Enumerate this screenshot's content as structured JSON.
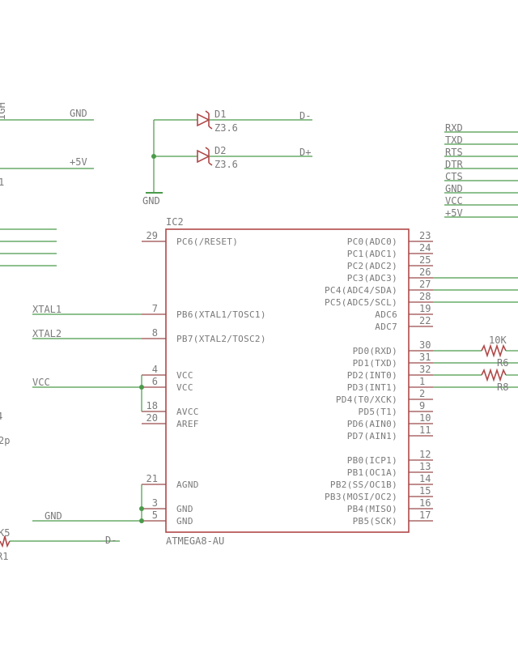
{
  "ic": {
    "ref": "IC2",
    "value": "ATMEGA8-AU",
    "left_pins": [
      {
        "num": "29",
        "name": "PC6(/RESET)"
      },
      {
        "num": "7",
        "name": "PB6(XTAL1/TOSC1)"
      },
      {
        "num": "8",
        "name": "PB7(XTAL2/TOSC2)"
      },
      {
        "num": "4",
        "name": "VCC"
      },
      {
        "num": "6",
        "name": "VCC"
      },
      {
        "num": "18",
        "name": "AVCC"
      },
      {
        "num": "20",
        "name": "AREF"
      },
      {
        "num": "21",
        "name": "AGND"
      },
      {
        "num": "3",
        "name": "GND"
      },
      {
        "num": "5",
        "name": "GND"
      }
    ],
    "right_pins": [
      {
        "num": "23",
        "name": "PC0(ADC0)"
      },
      {
        "num": "24",
        "name": "PC1(ADC1)"
      },
      {
        "num": "25",
        "name": "PC2(ADC2)"
      },
      {
        "num": "26",
        "name": "PC3(ADC3)"
      },
      {
        "num": "27",
        "name": "PC4(ADC4/SDA)"
      },
      {
        "num": "28",
        "name": "PC5(ADC5/SCL)"
      },
      {
        "num": "19",
        "name": "ADC6"
      },
      {
        "num": "22",
        "name": "ADC7"
      },
      {
        "num": "30",
        "name": "PD0(RXD)"
      },
      {
        "num": "31",
        "name": "PD1(TXD)"
      },
      {
        "num": "32",
        "name": "PD2(INT0)"
      },
      {
        "num": "1",
        "name": "PD3(INT1)"
      },
      {
        "num": "2",
        "name": "PD4(T0/XCK)"
      },
      {
        "num": "9",
        "name": "PD5(T1)"
      },
      {
        "num": "10",
        "name": "PD6(AIN0)"
      },
      {
        "num": "11",
        "name": "PD7(AIN1)"
      },
      {
        "num": "12",
        "name": "PB0(ICP1)"
      },
      {
        "num": "13",
        "name": "PB1(OC1A)"
      },
      {
        "num": "14",
        "name": "PB2(SS/OC1B)"
      },
      {
        "num": "15",
        "name": "PB3(MOSI/OC2)"
      },
      {
        "num": "16",
        "name": "PB4(MISO)"
      },
      {
        "num": "17",
        "name": "PB5(SCK)"
      }
    ]
  },
  "diodes": [
    {
      "ref": "D1",
      "value": "Z3.6",
      "net": "D-"
    },
    {
      "ref": "D2",
      "value": "Z3.6",
      "net": "D+"
    }
  ],
  "net_labels": {
    "top_gnd": "GND",
    "top_5v": "+5V",
    "diode_gnd": "GND",
    "xtal1": "XTAL1",
    "xtal2": "XTAL2",
    "vcc": "VCC",
    "bottom_gnd": "GND",
    "bottom_dminus": "D-"
  },
  "connector_labels": [
    "RXD",
    "TXD",
    "RTS",
    "DTR",
    "CTS",
    "GND",
    "VCC",
    "+5V"
  ],
  "resistors": [
    {
      "value": "10K",
      "ref": "R6"
    },
    {
      "ref": "R8"
    }
  ],
  "cropped_fragments": {
    "top_left_vertical": "IGH",
    "left_mid": "1",
    "left_4": "4",
    "left_2p": "2p",
    "bottom_k5": "K5",
    "bottom_r1": "R1"
  },
  "colors": {
    "wire": "#4a9a4a",
    "part_outline": "#b04848",
    "text": "#7a7a7a",
    "junction": "#4a9a4a"
  }
}
